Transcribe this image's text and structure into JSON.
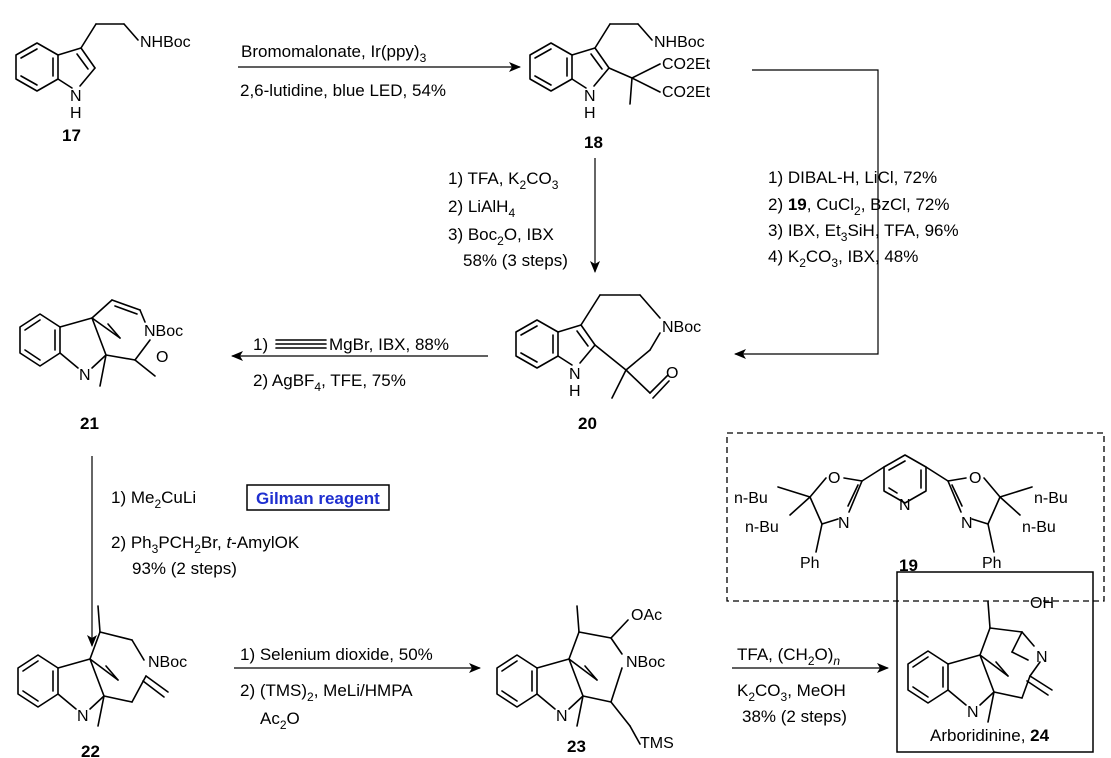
{
  "compounds": {
    "c17": {
      "num": "17",
      "atoms": [
        "NHBoc",
        "N",
        "H"
      ]
    },
    "c18": {
      "num": "18",
      "atoms": [
        "NHBoc",
        "CO2Et",
        "CO2Et",
        "N",
        "H"
      ]
    },
    "c19": {
      "num": "19",
      "atoms": [
        "N",
        "O",
        "O",
        "N",
        "N",
        "n-Bu",
        "n-Bu",
        "n-Bu",
        "n-Bu",
        "Ph",
        "Ph"
      ]
    },
    "c20": {
      "num": "20",
      "atoms": [
        "NBoc",
        "O",
        "N",
        "H"
      ]
    },
    "c21": {
      "num": "21",
      "atoms": [
        "NBoc",
        "O",
        "N"
      ]
    },
    "c22": {
      "num": "22",
      "atoms": [
        "NBoc",
        "N"
      ]
    },
    "c23": {
      "num": "23",
      "atoms": [
        "OAc",
        "NBoc",
        "N",
        "TMS"
      ]
    },
    "c24": {
      "num": "24",
      "name": "Arboridinine, ",
      "atoms": [
        "OH",
        "N",
        "N"
      ]
    }
  },
  "steps": {
    "s17_18": {
      "line1": "Bromomalonate,  Ir(ppy)",
      "line1_sub": "3",
      "line2": "2,6-lutidine, blue LED, 54%"
    },
    "s18_20": {
      "l1a": "1) TFA, K",
      "l1s": "2",
      "l1b": "CO",
      "l1s2": "3",
      "l2a": "2) LiAlH",
      "l2s": "4",
      "l3a": "3) Boc",
      "l3s": "2",
      "l3b": "O, IBX",
      "l4": "58% (3 steps)"
    },
    "s18_20b": {
      "l1": "1) DIBAL-H, LiCl, 72%",
      "l2a": "2) ",
      "l2b": "19",
      "l2c": ", CuCl",
      "l2s": "2",
      "l2d": ", BzCl, 72%",
      "l3a": "3) IBX, Et",
      "l3s": "3",
      "l3b": "SiH, TFA, 96%",
      "l4a": "4) K",
      "l4s": "2",
      "l4b": "CO",
      "l4s2": "3",
      "l4c": ", IBX, 48%"
    },
    "s20_21": {
      "l1a": "1) ",
      "l1b": "MgBr, IBX, 88%",
      "l2a": "2) AgBF",
      "l2s": "4",
      "l2b": ", TFE, 75%"
    },
    "s21_22": {
      "l1a": "1) Me",
      "l1s": "2",
      "l1b": "CuLi",
      "gilman": "Gilman reagent",
      "l2a": "2) Ph",
      "l2s": "3",
      "l2b": "PCH",
      "l2s2": "2",
      "l2c": "Br, ",
      "l2d": "t",
      "l2e": "-AmylOK",
      "l3": "93% (2 steps)"
    },
    "s22_23": {
      "l1": "1) Selenium dioxide, 50%",
      "l2a": "2) (TMS)",
      "l2s": "2",
      "l2b": ", MeLi/HMPA",
      "l3a": "Ac",
      "l3s": "2",
      "l3b": "O"
    },
    "s23_24": {
      "l1a": "TFA, (CH",
      "l1s": "2",
      "l1b": "O)",
      "l1s2": "n",
      "l2a": "K",
      "l2s": "2",
      "l2b": "CO",
      "l2s2": "3",
      "l2c": ", MeOH",
      "l3": "38% (2 steps)"
    }
  }
}
